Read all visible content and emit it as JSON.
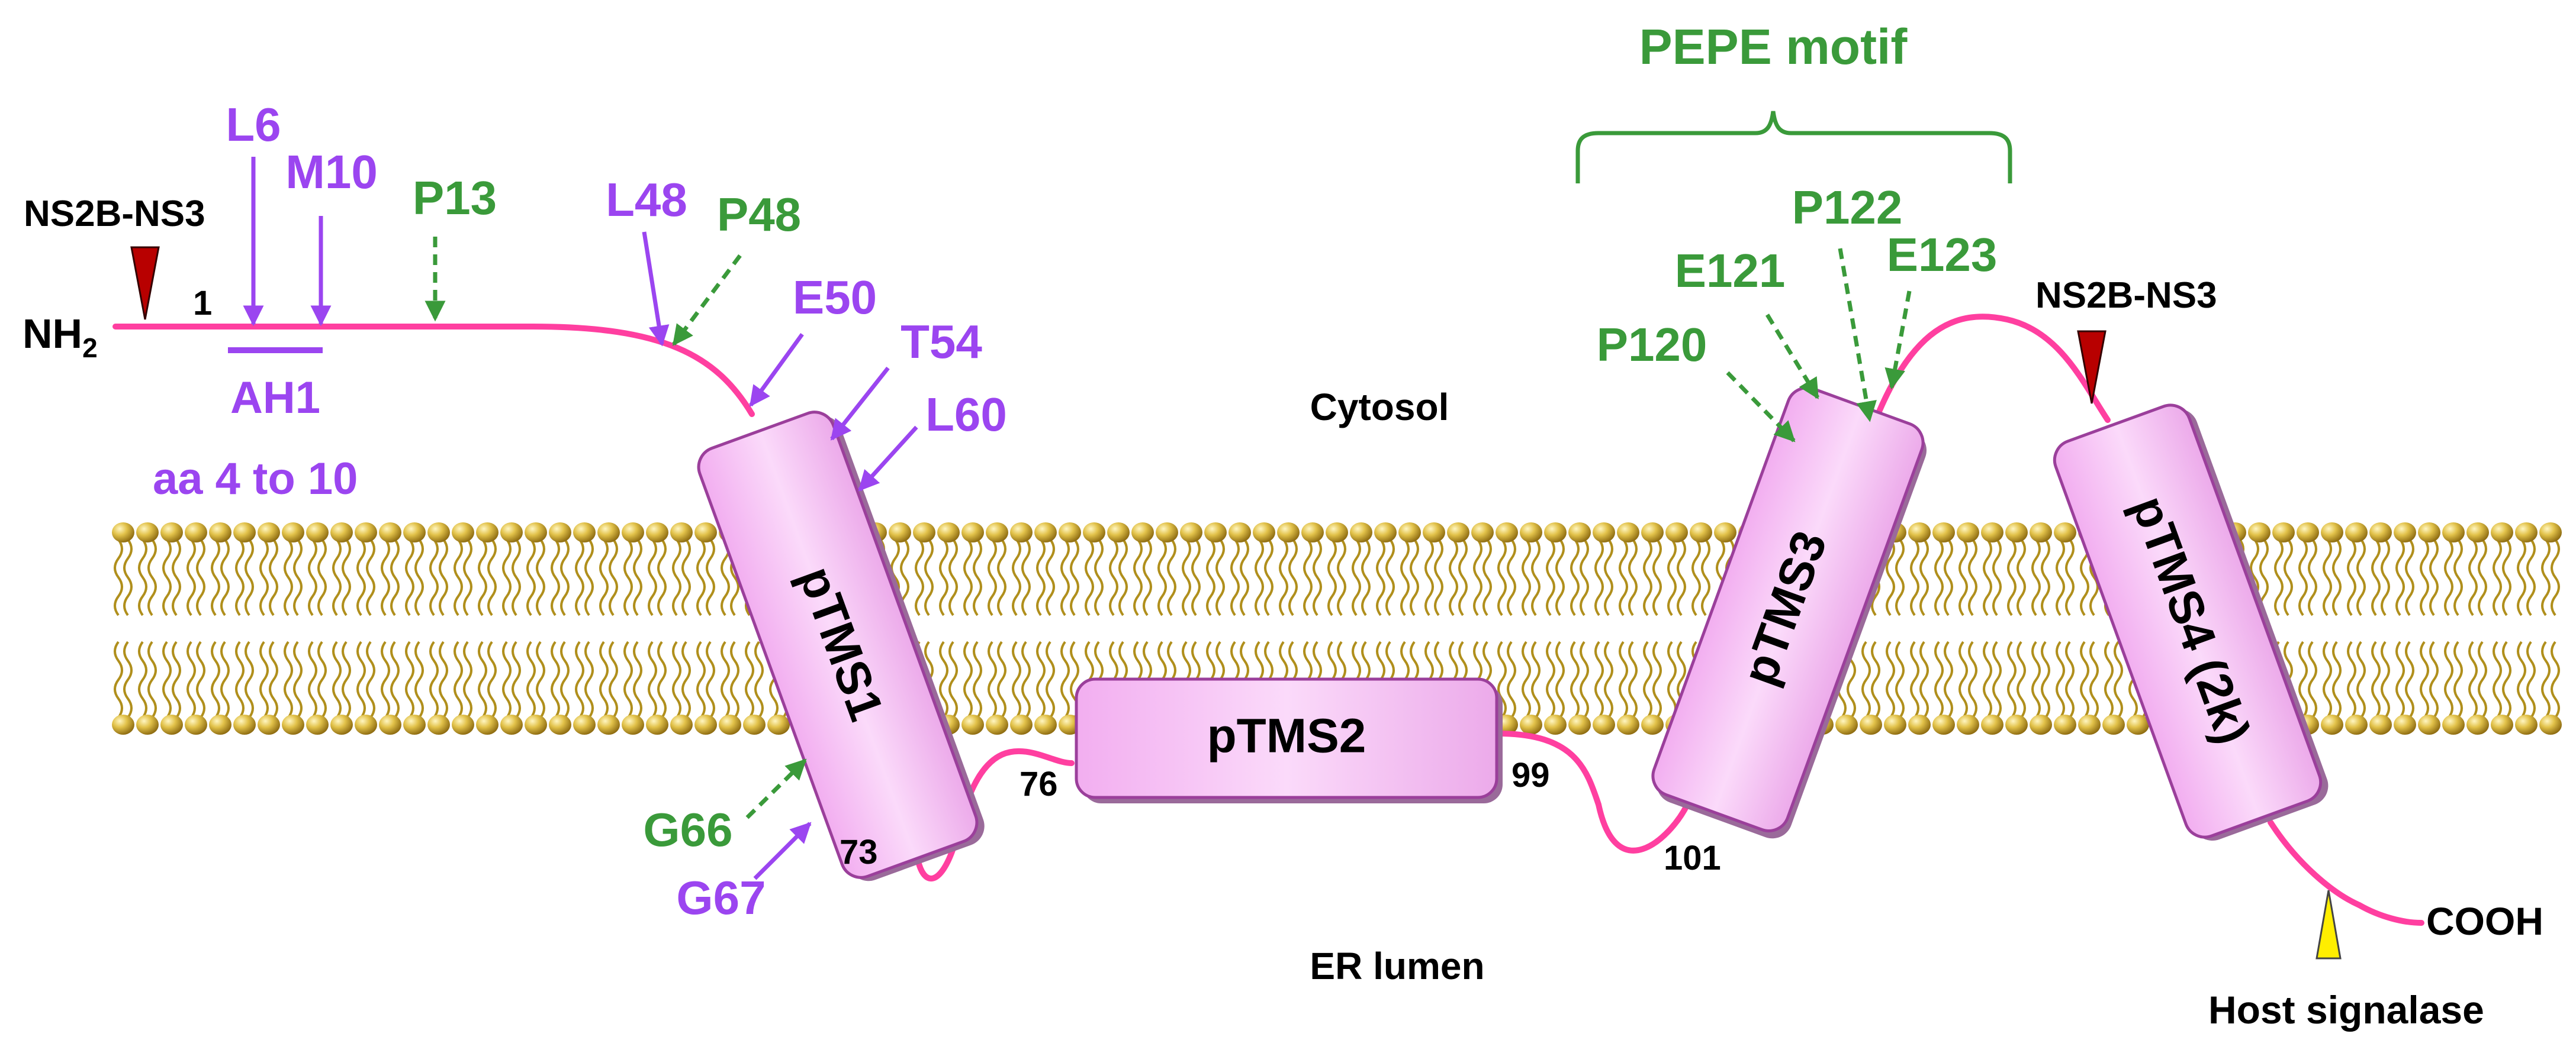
{
  "labels": {
    "nh2": "NH",
    "nh2_sub": "2",
    "cooh": "COOH",
    "cytosol": "Cytosol",
    "er_lumen": "ER lumen",
    "pepe_motif": "PEPE motif",
    "ns2b_ns3_left": "NS2B-NS3",
    "ns2b_ns3_right": "NS2B-NS3",
    "host_signalase": "Host signalase",
    "ah1": "AH1",
    "ah1_range": "aa 4 to 10"
  },
  "segments": {
    "ptms1": "pTMS1",
    "ptms2": "pTMS2",
    "ptms3": "pTMS3",
    "ptms4": "pTMS4 (2k)"
  },
  "positions": {
    "p1": "1",
    "p73": "73",
    "p76": "76",
    "p99": "99",
    "p101": "101"
  },
  "residues": {
    "L6": "L6",
    "M10": "M10",
    "P13": "P13",
    "L48": "L48",
    "P48": "P48",
    "E50": "E50",
    "T54": "T54",
    "L60": "L60",
    "G66": "G66",
    "G67": "G67",
    "P120": "P120",
    "E121": "E121",
    "P122": "P122",
    "E123": "E123"
  },
  "colors": {
    "purple": "#9b45f0",
    "green": "#3a9a3a",
    "chain": "#ff3fa0",
    "helix_fill": "#f7c4f5",
    "lipid": "#c9a52a",
    "cleavage_red": "#b80000",
    "signalase_yellow": "#ffee00"
  }
}
